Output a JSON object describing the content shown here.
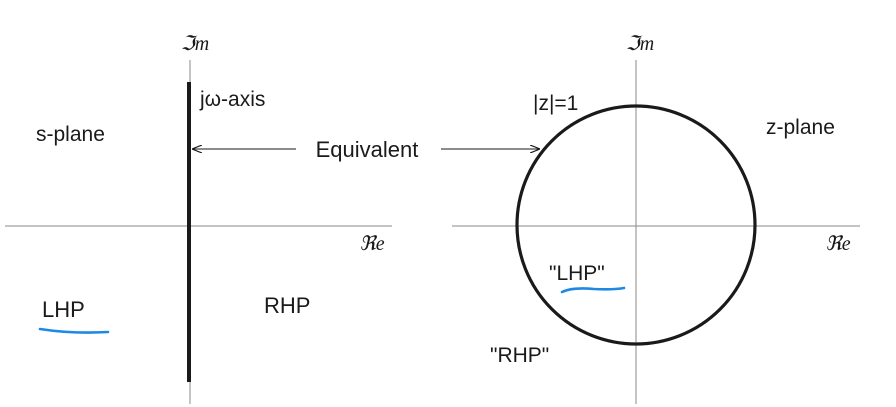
{
  "s_plane": {
    "title": "s-plane",
    "im_label": "ℑm",
    "re_label": "ℜe",
    "axis_label": "jω-axis",
    "lhp": "LHP",
    "rhp": "RHP"
  },
  "connector": {
    "label": "Equivalent"
  },
  "z_plane": {
    "title": "z-plane",
    "im_label": "ℑm",
    "re_label": "ℜe",
    "circle_label": "|z|=1",
    "lhp": "\"LHP\"",
    "rhp": "\"RHP\""
  },
  "colors": {
    "ink": "#1a1a1a",
    "axis": "#8a8a8a",
    "highlight": "#1e88e5"
  }
}
